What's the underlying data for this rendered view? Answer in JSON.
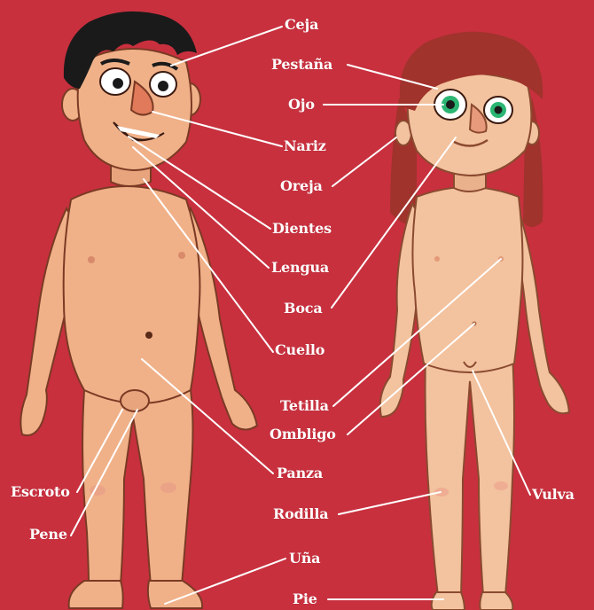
{
  "labels": {
    "ceja": "Ceja",
    "pestana": "Pestaña",
    "ojo": "Ojo",
    "nariz": "Nariz",
    "oreja": "Oreja",
    "dientes": "Dientes",
    "lengua": "Lengua",
    "boca": "Boca",
    "cuello": "Cuello",
    "tetilla": "Tetilla",
    "ombligo": "Ombligo",
    "panza": "Panza",
    "escroto": "Escroto",
    "pene": "Pene",
    "rodilla": "Rodilla",
    "vulva": "Vulva",
    "una": "Uña",
    "pie": "Pie"
  },
  "colors": {
    "background": "#c8303e",
    "skin_boy": "#f0b189",
    "skin_girl": "#f3c29e",
    "hair_boy": "#1a1a1a",
    "hair_girl": "#a0332c",
    "iris_girl": "#2bb673",
    "leader_line": "#ffffff"
  }
}
